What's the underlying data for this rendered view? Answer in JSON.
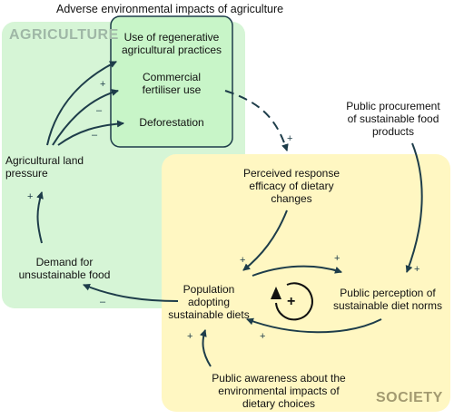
{
  "title": "Adverse environmental impacts of agriculture",
  "zones": {
    "agriculture": {
      "label": "AGRICULTURE",
      "fill": "#d6f5d6",
      "label_color": "#9fb7a6"
    },
    "society": {
      "label": "SOCIETY",
      "fill": "#fff7c2",
      "label_color": "#a39a70"
    }
  },
  "nodes": {
    "regenerative": "Use of regenerative\nagricultural practices",
    "fertiliser": "Commercial\nfertiliser use",
    "deforestation": "Deforestation",
    "land_pressure": "Agricultural land\npressure",
    "demand": "Demand for\nunsustainable food",
    "perceived": "Perceived response\nefficacy of dietary\nchanges",
    "procurement": "Public procurement\nof sustainable food\nproducts",
    "population": "Population\nadopting\nsustainable diets",
    "perception": "Public perception of\nsustainable diet norms",
    "awareness": "Public awareness about the\nenvironmental impacts of\ndietary choices"
  },
  "polarities": {
    "pressure_to_regenerative": "+",
    "pressure_to_fertiliser": "–",
    "pressure_to_deforestation": "–",
    "practices_to_perceived": "+",
    "demand_to_pressure": "+",
    "population_to_demand": "–",
    "perceived_to_population": "+",
    "procurement_to_perception": "+",
    "population_to_perception": "+",
    "perception_to_population": "+",
    "awareness_to_population": "+",
    "reinforcing_loop": "+"
  },
  "colors": {
    "arrow": "#1e3d4a",
    "practices_box": "#c8f5c8",
    "text": "#111111"
  }
}
